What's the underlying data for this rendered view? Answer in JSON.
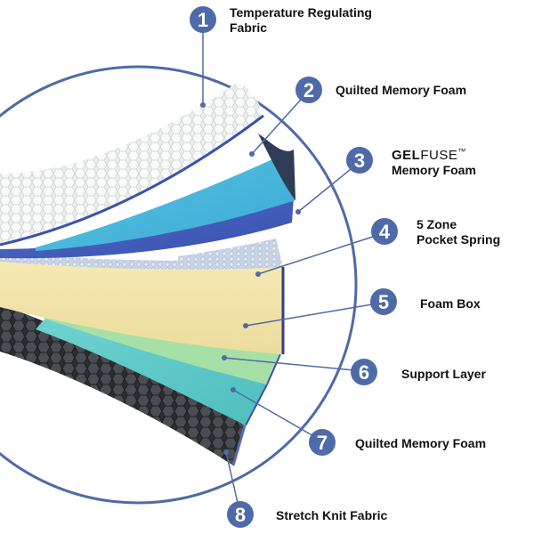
{
  "colors": {
    "accent": "#4f6aa8",
    "badge_text": "#ffffff"
  },
  "layers": [
    {
      "number": "1",
      "lines": [
        "Temperature Regulating",
        "Fabric"
      ]
    },
    {
      "number": "2",
      "lines": [
        "Quilted Memory Foam"
      ]
    },
    {
      "number": "3",
      "brand": {
        "bold": "GEL",
        "light": "FUSE",
        "mark": "™"
      },
      "lines": [
        "Memory Foam"
      ]
    },
    {
      "number": "4",
      "lines": [
        "5 Zone",
        "Pocket Spring"
      ]
    },
    {
      "number": "5",
      "lines": [
        "Foam Box"
      ]
    },
    {
      "number": "6",
      "lines": [
        "Support Layer"
      ]
    },
    {
      "number": "7",
      "lines": [
        "Quilted Memory Foam"
      ]
    },
    {
      "number": "8",
      "lines": [
        "Stretch Knit Fabric"
      ]
    }
  ]
}
